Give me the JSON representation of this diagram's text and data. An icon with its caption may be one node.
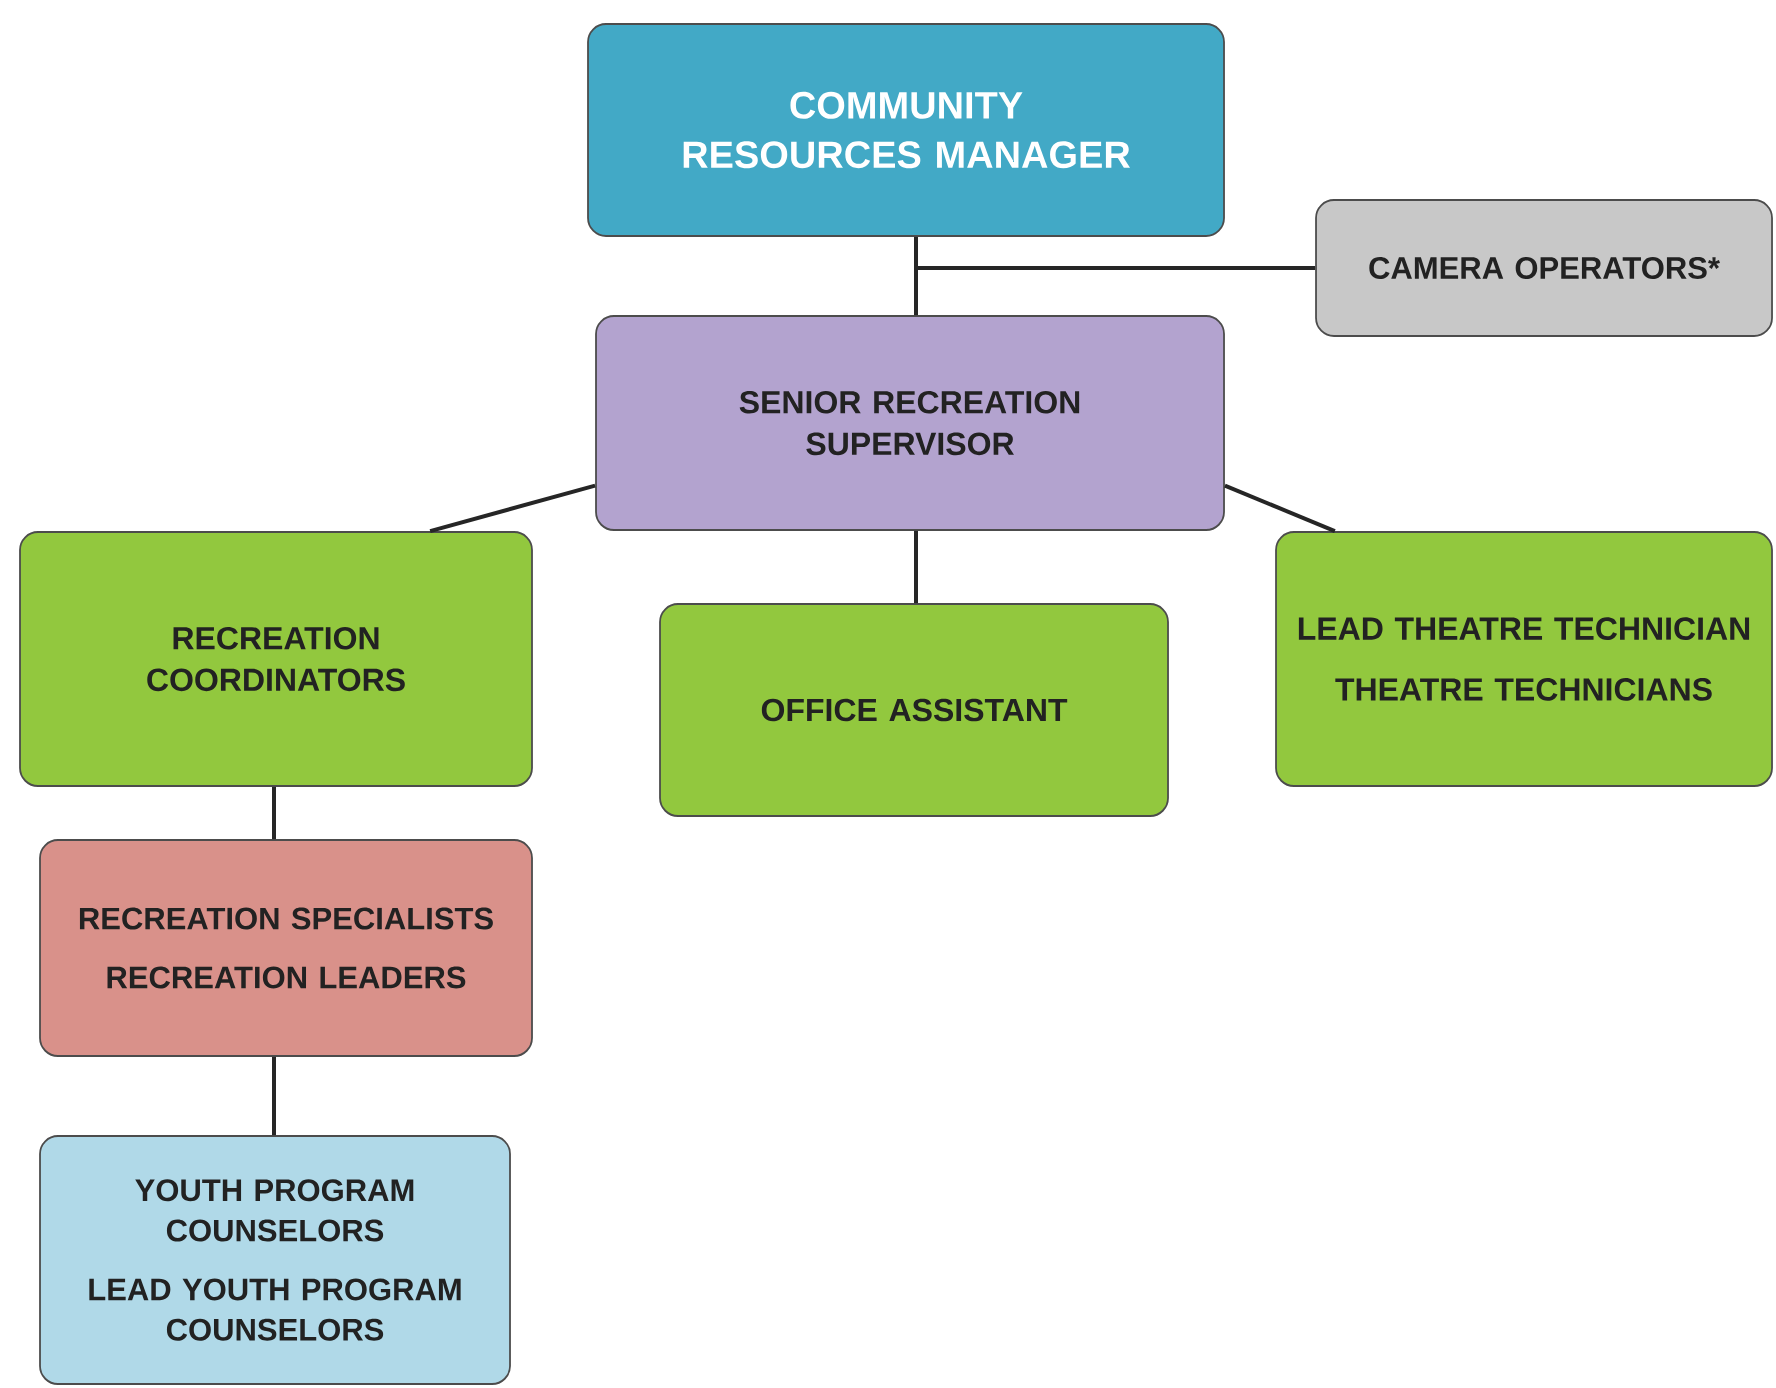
{
  "diagram": {
    "nodes": [
      {
        "text": [
          "COMMUNITY RESOURCES MANAGER"
        ]
      },
      {
        "text": [
          "CAMERA OPERATORS*"
        ]
      },
      {
        "text": [
          "SENIOR RECREATION SUPERVISOR"
        ]
      },
      {
        "text": [
          "RECREATION COORDINATORS"
        ]
      },
      {
        "text": [
          "OFFICE ASSISTANT"
        ]
      },
      {
        "text": [
          "LEAD THEATRE TECHNICIAN",
          "THEATRE TECHNICIANS"
        ]
      },
      {
        "text": [
          "RECREATION SPECIALISTS",
          "RECREATION LEADERS"
        ]
      },
      {
        "text": [
          "YOUTH PROGRAM COUNSELORS",
          "LEAD YOUTH PROGRAM COUNSELORS"
        ]
      }
    ],
    "edges": [
      {
        "from": 0,
        "to": 2,
        "arrow": "none"
      },
      {
        "from": 0,
        "to": 1,
        "arrow": "none"
      },
      {
        "from": 2,
        "to": 3,
        "arrow": "none"
      },
      {
        "from": 2,
        "to": 4,
        "arrow": "none"
      },
      {
        "from": 2,
        "to": 5,
        "arrow": "none"
      },
      {
        "from": 3,
        "to": 6,
        "arrow": "none"
      },
      {
        "from": 6,
        "to": 7,
        "arrow": "none"
      }
    ]
  }
}
